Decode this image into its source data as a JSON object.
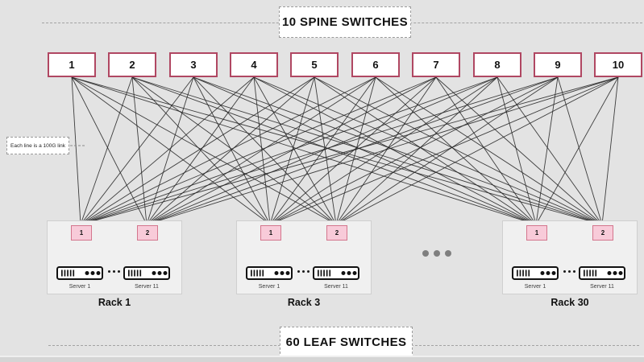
{
  "diagram": {
    "top_banner": "10 SPINE SWITCHES",
    "bottom_banner": "60 LEAF SWITCHES",
    "note": "Each line is a 100G link",
    "spines": [
      "1",
      "2",
      "3",
      "4",
      "5",
      "6",
      "7",
      "8",
      "9",
      "10"
    ],
    "racks": [
      {
        "name": "Rack 1",
        "leaves": [
          "1",
          "2"
        ],
        "servers": [
          "Server 1",
          "Server 11"
        ]
      },
      {
        "name": "Rack 3",
        "leaves": [
          "1",
          "2"
        ],
        "servers": [
          "Server 1",
          "Server 11"
        ]
      },
      {
        "name": "Rack 30",
        "leaves": [
          "1",
          "2"
        ],
        "servers": [
          "Server 1",
          "Server 11"
        ]
      }
    ],
    "topology": {
      "type": "spine-leaf full mesh",
      "spine_count": 10,
      "visible_leaf_count": 6,
      "link_speed": "100G",
      "highlighted_link": {
        "rack": "Rack 1",
        "from": "Leaf 2",
        "to": "Server 11",
        "color": "#7da0c4"
      }
    },
    "colors": {
      "background": "#e3e3e3",
      "spine_border": "#b04762",
      "leaf_fill": "#f8cbd9",
      "leaf_border": "#d4768d",
      "link": "#262626",
      "highlight_link": "#7da0c4"
    }
  }
}
